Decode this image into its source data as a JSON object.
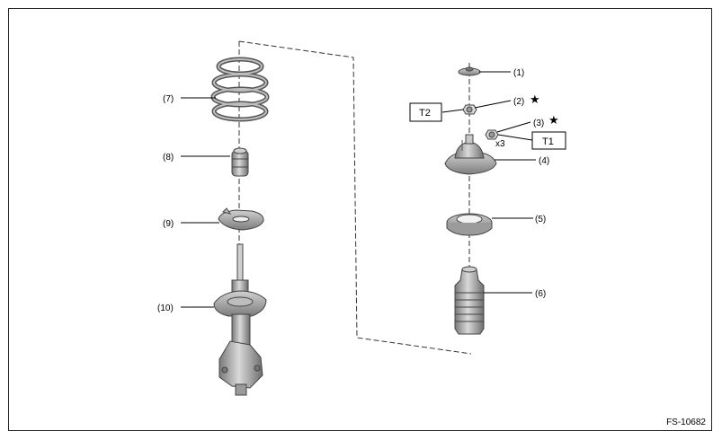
{
  "figure_id": "FS-10682",
  "callouts": {
    "c1": "(1)",
    "c2": "(2)",
    "c3": "(3)",
    "c4": "(4)",
    "c5": "(5)",
    "c6": "(6)",
    "c7": "(7)",
    "c8": "(8)",
    "c9": "(9)",
    "c10": "(10)"
  },
  "torque_tags": {
    "t1": "T1",
    "t2": "T2"
  },
  "quantity_note": "x3",
  "star_mark": "★"
}
